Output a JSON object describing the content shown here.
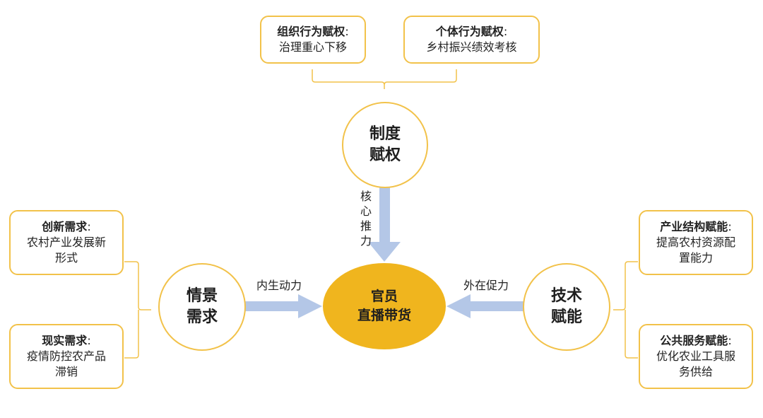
{
  "top": {
    "left_box": {
      "title": "组织行为赋权",
      "sep": ":",
      "text": "治理重心下移"
    },
    "right_box": {
      "title": "个体行为赋权",
      "sep": ":",
      "text": "乡村振兴绩效考核"
    }
  },
  "left": {
    "top_box": {
      "title": "创新需求",
      "sep": ":",
      "text": [
        "农村产业发展新",
        "形式"
      ]
    },
    "bottom_box": {
      "title": "现实需求",
      "sep": ":",
      "text": [
        "疫情防控农产品",
        "滞销"
      ]
    }
  },
  "right": {
    "top_box": {
      "title": "产业结构赋能",
      "sep": ":",
      "text": [
        "提高农村资源配",
        "置能力"
      ]
    },
    "bottom_box": {
      "title": "公共服务赋能",
      "sep": ":",
      "text": [
        "优化农业工具服",
        "务供给"
      ]
    }
  },
  "circles": {
    "top": [
      "制度",
      "赋权"
    ],
    "left": [
      "情景",
      "需求"
    ],
    "right": [
      "技术",
      "赋能"
    ]
  },
  "center": [
    "官员",
    "直播带货"
  ],
  "arrows": {
    "top_label": [
      "核",
      "心",
      "推",
      "力"
    ],
    "left_label": "内生动力",
    "right_label": "外在促力"
  },
  "colors": {
    "border": "#f2c24a",
    "center": "#f0b51e",
    "arrow": "#b4c7e7"
  }
}
